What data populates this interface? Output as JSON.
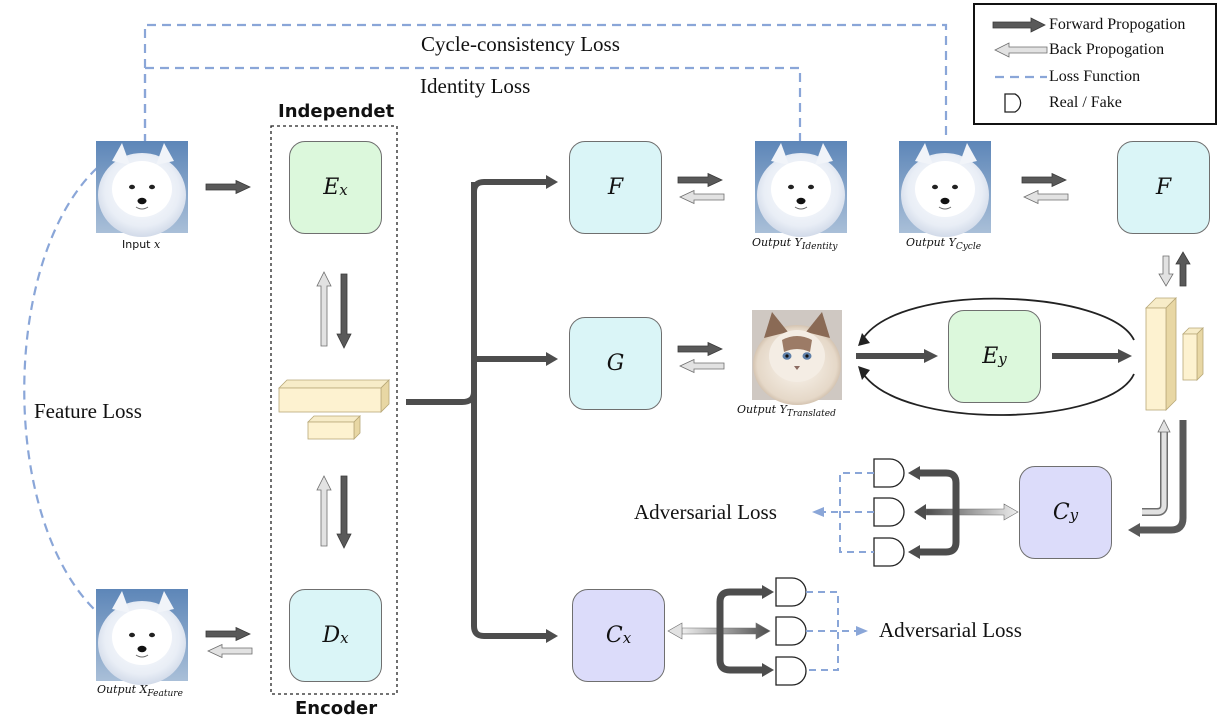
{
  "legend": {
    "forward": "Forward Propogation",
    "back": "Back Propogation",
    "loss": "Loss Function",
    "realfake": "Real / Fake"
  },
  "losses": {
    "cycle": "Cycle-consistency Loss",
    "identity": "Identity Loss",
    "feature": "Feature Loss",
    "adversarial_y": "Adversarial Loss",
    "adversarial_x": "Adversarial Loss"
  },
  "encoder": {
    "title_top": "Independet",
    "title_bottom": "Encoder"
  },
  "modules": {
    "ex": {
      "main": "E",
      "sub": "x"
    },
    "dx": {
      "main": "D",
      "sub": "x"
    },
    "f_top": {
      "main": "F"
    },
    "g": {
      "main": "G"
    },
    "cx": {
      "main": "C",
      "sub": "x"
    },
    "ey": {
      "main": "E",
      "sub": "y"
    },
    "f_right": {
      "main": "F"
    },
    "cy": {
      "main": "C",
      "sub": "y"
    }
  },
  "captions": {
    "input": {
      "main": "Input ",
      "var": "x"
    },
    "output_feature": {
      "main": "Output X",
      "sub": "Feature"
    },
    "output_identity": {
      "main": "Output Y",
      "sub": "Identity"
    },
    "output_cycle": {
      "main": "Output Y",
      "sub": "Cycle"
    },
    "output_translated": {
      "main": "Output Y",
      "sub": "Translated"
    }
  },
  "colors": {
    "forward_arrow": "#5a5a5a",
    "back_arrow": "#dcdcdc",
    "loss_line": "#8aa6d8",
    "box_cyan": "#daf5f7",
    "box_green": "#dcf8dc",
    "box_lavender": "#dcdcfa"
  },
  "icons": {
    "input_image": "samoyed-dog-photo",
    "translated_image": "white-cat-photo",
    "feature_block": "feature-map-cuboid",
    "discriminator_gate": "d-shaped-real-fake-icon"
  }
}
